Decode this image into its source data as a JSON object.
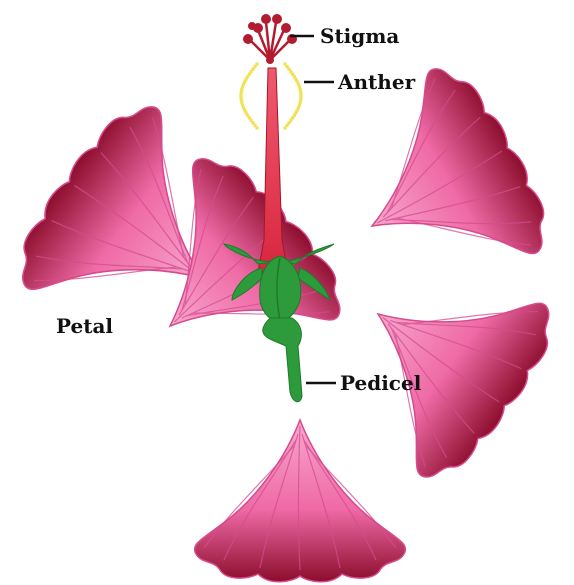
{
  "labels": {
    "stigma": "Stigma",
    "anther": "Anther",
    "petal": "Petal",
    "pedicel": "Pedicel"
  },
  "colors": {
    "petal_light": "#f7a8cf",
    "petal_mid": "#ef6aa6",
    "petal_dark": "#8c0d2c",
    "petal_edge": "#d64b8e",
    "style": "#d8263f",
    "stigma": "#b31c30",
    "anther": "#f2e25a",
    "sepal": "#2d9a3b",
    "sepal_dark": "#1e7a2b",
    "line": "#111111"
  }
}
